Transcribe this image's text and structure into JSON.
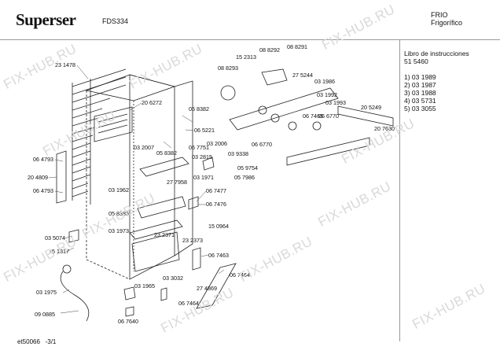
{
  "header": {
    "brand": "Superser",
    "model": "FDS334",
    "category_line1": "FRIO",
    "category_line2": "Frigorífico"
  },
  "side_panel": {
    "title": "Libro de instrucciones",
    "code": "51 5460",
    "items": [
      "1) 03 1989",
      "2) 03 1987",
      "3) 03 1988",
      "4) 03 5731",
      "5) 03 3055"
    ]
  },
  "footer": {
    "left": "et50066",
    "page": "-3/1"
  },
  "watermark": "FIX-HUB.RU",
  "parts": [
    "23 1478",
    "20 6272",
    "15 2313",
    "08 8292",
    "08 8291",
    "27 5244",
    "08 8293",
    "03 1986",
    "05 8382",
    "03 1992",
    "03 1993",
    "06 5221",
    "20 5249",
    "06 7465",
    "06 6770",
    "20 7630",
    "03 2007",
    "06 7751",
    "03 2006",
    "05 8382",
    "03 2815",
    "03 9338",
    "06 6770",
    "06 4793",
    "05 9754",
    "20 4809",
    "27 7958",
    "05 7986",
    "03 1971",
    "06 4793",
    "06 7477",
    "03 1962",
    "06 7476",
    "05 8385",
    "03 1973",
    "15 0964",
    "03 5074",
    "23 2371",
    "23 2373",
    "15 1817",
    "06 7463",
    "03 3032",
    "06 7464",
    "03 1975",
    "03 1965",
    "27 4869",
    "06 7464",
    "09 0885",
    "06 7640"
  ]
}
